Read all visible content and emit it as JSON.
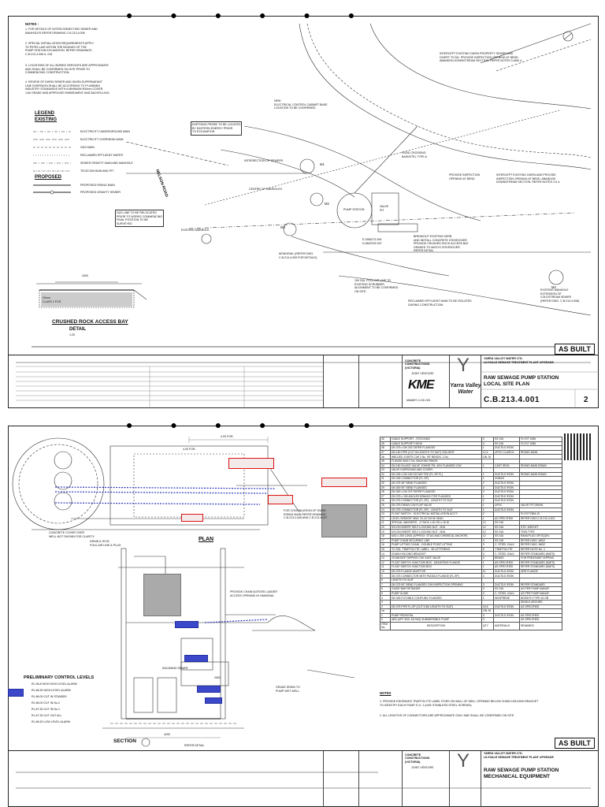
{
  "sheet1": {
    "notes_title": "NOTES :",
    "notes": [
      "1.   FOR DETAILS OF INTERCONNECTING SEWER AND\n      MANHOLES REFER DRAWING C.B.213.4.008",
      "2.   SPECIAL INSTALLATION REQUIREMENTS APPLY\n      TO PIPES LAID WITHIN THE BOUNDS OF THE\n      PUMP STATION EXCAVATION. REFER DRAWINGS\n      C.B.213.4.008 & .016",
      "3.   LOCATIONS OF ALL BURIED SERVICES ARE APPROXIMATE\n      AND SHALL BE CONFIRMED ON SITE PRIOR TO\n      COMMENCING CONSTRUCTION.",
      "4.   REVIEW OF DWSN SEWER AND DWSN SUPERNATANT\n      LINE DIVERSION SHALL BE ACCORDING TO PLUMBING\n      INDUSTRY STANDARDS WITH A MINIMUM 600mm COVER,\n      1:60 GRADE AND APPROVED EMBEDMENT AND BACKFILLING."
    ],
    "legend_title": "LEGEND",
    "existing_title": "EXISTING",
    "legend_existing": [
      "ELECTRICITY UNDERGROUND MAIN",
      "ELECTRICITY OVERHEAD MAIN",
      "GAS MAIN",
      "RECLAIMED EFFLUENT WATER",
      "SEWER GRAVITY MAIN AND MANHOLE",
      "TELECOM MAIN AND PIT"
    ],
    "proposed_title": "PROPOSED",
    "legend_proposed": [
      "PROPOSED RISING MAIN",
      "PROPOSED GRAVITY SEWER"
    ],
    "annotations": {
      "earthing": "EARTHING PROBE TO BE LOCATED\nBY EASTERN ENERGY PRIOR\nTO EXCAVATION",
      "gas": "GAS LINE TO BE RELOCATED\nPRIOR TO WORKS COMMENCING\nFINAL POSITION TO BE\nSURVEYED",
      "cabinet": "NEW\nELECTRICAL CONTROL CABINET BASE\nLOCATION TO BE CONFIRMED",
      "intercept_top": "INTERCEPT EXISTING DWSN PROPERTY SEWER AND\nDIVERT TO M1. PROVIDE INSPECTION OPENING AT BEND.\nABANDON DOWNSTREAM SECTION. REFER NOTES 3 AND 4.",
      "intercept_mid": "INTERCEPT EXISTING DWSN AND PROVIDE\nINSPECTION OPENING AT BEND. ABANDON\nDOWNSTREAM SECTION. REFER NOTES 3 & 4.",
      "provide_inspection": "PROVIDE INSPECTION\nOPENING AT BEND",
      "breakout": "BREAKOUT EXISTING KERB\nAND INSTALL CONCRETE CROSSOVER\nPROVIDE CRUSHED ROCK ACCESS BAY\nGRADED TO MATCH CROSSOVER\nREFER DETAIL",
      "monorail": "MONORAIL (REFER DWG.\nC.B.213.4.005 FOR DETAILS)",
      "dia150": "150 DIA. FOUL AIR LINE TO\nEXISTING SCRUBBER.\nALIGNMENT TO BE CONFIRMED\nON SITE.",
      "reclaimed": "RECLAIMED EFFLUENT MAIN TO BE ISOLATED\nDURING CONSTRUCTION.",
      "existing_manhole": "EXISTING MANHOLE\nEXTENSION OF\nCOLDSTREAM SEWER\n(REFER DWG. C.B.213.4.008)",
      "intersection": "INTERSECTION OF SEWERS",
      "centre": "CENTRE OF MANHOLES",
      "existing_manhole_left": "EXISTING MANHOLE",
      "nelson_road": "NELSON ROAD",
      "road_crossing": "ROAD CROSSING\nBASKETEL TYPE A",
      "pump_station": "PUMP STATION",
      "valve_pit": "VALVE\nPIT",
      "m1": "M1",
      "m2": "M2",
      "m3": "M3",
      "m4": "M4",
      "coords": "E 2956273.399\nN 5829752.937"
    },
    "detail_title": "CRUSHED ROCK ACCESS BAY",
    "detail_label": "DETAIL",
    "detail_scale": "1:20",
    "detail_dims": [
      "4300",
      "20mm\nCLASS 2 FCR"
    ],
    "as_built": "AS BUILT",
    "client": "YARRA VALLEY WATER LTD.\nLILYDALE SEWAGE TREATMENT PLANT UPGRADE",
    "title": "RAW SEWAGE PUMP STATION\nLOCAL SITE PLAN",
    "drawing_no": "C.B.213.4.001",
    "revision": "2",
    "joint_venture": "JOINT VENTURE",
    "contractor": "CONCRETE\nCONSTRUCTIONS\n(VICTORIA)",
    "kme": "KME",
    "yarra": "Yarra Valley\nWater",
    "contract_no": "MA6897-C-DK-001"
  },
  "sheet2": {
    "plan_title": "PLAN",
    "section_title": "SECTION",
    "control_title": "PRELIMINARY CONTROL LEVELS",
    "levels": [
      "RL 96.8 HIGH HIGH LEVEL ALARM",
      "RL 86.90 HIGH LEVEL ALARM",
      "RL 86.00 CUT IN STANDBY",
      "RL 86.00 CUT IN No.2",
      "RL 87.30 CUT IN No.1",
      "RL 87.30 CUT OUT ALL",
      "RL 86.90 LOW LEVEL ALARM"
    ],
    "annotations": {
      "concrete_cover": "CONCRETE COVER OVER\nWELL NOT SHOWN FOR CLARITY.",
      "continuation": "FOR CONTINUATION OF DWSD\nRISING MAIN REFER DRAWING\nC.B.213.4.006 AND C.B.213.4.007",
      "drain": "DRAIN & 90.00\nFOUL AIR LINE & PLUG",
      "chain": "PROVIDE CHAIN ACROSS LADDER\nACCESS OPENING IN HANDRAIL",
      "grade_drain": "GRADE DRAIN TO\nPUMP WET WELL",
      "incoming": "INCOMING SEWER",
      "refer_detail": "REFER DETAIL",
      "dims": [
        "4.00 FOR.",
        "4.00 FOR.",
        "2500",
        "4200"
      ]
    },
    "table_headers": [
      "ITEM\nNo.",
      "DESCRIPTION",
      "QTY",
      "MATERIALS",
      "REMARKS"
    ],
    "items": [
      [
        "40",
        "CABLE SUPPORT - STOCKING",
        "3",
        "SS 316",
        "FLYGT 1086"
      ],
      [
        "39",
        "CABLE SUPPORT HOOK",
        "3",
        "SS 316",
        "FLYGT 1086"
      ],
      [
        "38",
        "DN 375 x DN 325 TAPER FLANGED",
        "1",
        "DUCTILE IRON",
        ""
      ],
      [
        "37",
        "DN 150 PIPE (CUT IN LENGTH TO SUIT) SOLVENT",
        "12.4",
        "UPVC CLASS 6",
        "RISING MAIN"
      ],
      [
        "36",
        "WELDED JOINTS C/W 2 No. 90° BENDS, 1 No.",
        "LIN. M",
        "",
        ""
      ],
      [
        "35",
        "FLANGE AND 2 No. BACKING RINGS.",
        "",
        "",
        ""
      ],
      [
        "34",
        "DN 150 SLUICE VALVE 'JOHNS' PN. 40% FLANGED C/W",
        "1",
        "CAST IRON",
        "RISING MAIN DRAIN"
      ],
      [
        "33",
        "VALVE SURROUND AND COVER.",
        "",
        "",
        ""
      ],
      [
        "32",
        "DN 325 x DN 150 SCOUR TEE (FL-SP-FL)",
        "1",
        "DUCTILE IRON",
        "RISING MAIN DRAIN"
      ],
      [
        "31",
        "DN 325 CONNECTOR (FL-SP)",
        "1",
        "HOBAS",
        ""
      ],
      [
        "30",
        "DN 375 45° BEND FLANGED",
        "2",
        "DUCTILE IRON",
        ""
      ],
      [
        "29",
        "DN 300 90° BEND FLANGED",
        "3",
        "DUCTILE IRON",
        ""
      ],
      [
        "28",
        "DN 300 x DN 375 TAPER FLANGED",
        "3",
        "DUCTILE IRON",
        ""
      ],
      [
        "27",
        "DN 375 x 150 ANGLED BRANCH TEE FLANGED",
        "1",
        "DUCTILE IRON",
        ""
      ],
      [
        "26",
        "DN 375 CONNECTOR (FL-SP) - LENGTH TO SUIT",
        "2",
        "DUCTILE IRON",
        ""
      ],
      [
        "25",
        "DN 375 DRAIN C/W FLAP VALVE",
        "1",
        "UPVC",
        "VALVE PIT DRAIN"
      ],
      [
        "24",
        "DN 375 CONNECTOR (FL-SP) - LENGTH TO SUIT",
        "2",
        "DUCTILE IRON",
        ""
      ],
      [
        "23",
        "FLOAT SWITCH - ELECTRICAL INSTALLATION ACC'Y",
        "2",
        "",
        "FLYGT ENM-10"
      ],
      [
        "22",
        "LEVEL SENSOR 'MSA' 20-40 CM IN HEAD",
        "1",
        "AS SPECIFIED",
        "REFER DWG.C.B.213.4.002"
      ],
      [
        "21",
        "SPECIAL WASHERS - 4 THICK x 40 OD x 18 ID",
        "12",
        "SS 316",
        ""
      ],
      [
        "20",
        "NYLON INSERT SELF-LOCKING NUT - M16",
        "12",
        "SS 316",
        "STD. WEIGHT"
      ],
      [
        "19",
        "NYLON INSERT SELF-LOCKING NUT - M16",
        "12",
        "SS 316",
        "THIN TYPE"
      ],
      [
        "18",
        "M16 x 250 LONG (APPROX. STUD AND CHEMICAL ANCHOR)",
        "12",
        "SS 316",
        "RAWLPLUG OR EQUIV."
      ],
      [
        "17",
        "PUMP CHAIN SECURING LINE",
        "3",
        "SS 316",
        "REFER DWG. M002"
      ],
      [
        "16",
        "PUMP LIFTING CHAIN - DOUBLE POINT LIFTING",
        "3",
        "C. STEEL GALV.",
        "REFER DWG. M002"
      ],
      [
        "15",
        "TC SGL 'TRAFFOLYTE' LABEL - 50 LETTERING",
        "5",
        "'TRAFFOLYTE'",
        "REFER NOTE No. 1"
      ],
      [
        "14",
        "CHAIN HOLDING BRACKET",
        "3",
        "C. STEEL GALV.",
        "REFER STANDARD (MATS)"
      ],
      [
        "13",
        "20 MM BSP TAPPING C/W GATE VALVE",
        "3",
        "BRASS",
        "FOR PRESSURE TAPPING"
      ],
      [
        "12",
        "FLOAT SWITCH JUNCTION BOX - MOUNTING FLANGE",
        "1",
        "AS SPECIFIED",
        "REFER STANDARD (MATS)"
      ],
      [
        "11",
        "FLOAT SWITCH JUNCTION BOX",
        "1",
        "AS SPECIFIED",
        "REFER STANDARD (MATS)"
      ],
      [
        "10",
        "DN 375 FLANGE ADAPTOR",
        "11",
        "DUCTILE IRON",
        "DRR FLANGE"
      ],
      [
        "9",
        "DN 375 CONNECTOR WITH PUDDLE FLANGE (FL-SP)",
        "3",
        "DUCTILE IRON",
        ""
      ],
      [
        "8",
        "LENGTH TO SUIT",
        "",
        "",
        ""
      ],
      [
        "7",
        "DN 375 90° BEND FLANGED C/W INSPECTION OPENING",
        "3",
        "DUCTILE IRON",
        "REFER STANDARD"
      ],
      [
        "6",
        "GUIDE BAR RETAINER",
        "3",
        "SS 316",
        "AS PER PUMP MANUF."
      ],
      [
        "5",
        "PUMP GUIDE",
        "3",
        "C. STEEL GALV.",
        "AS PER PUMP MANUF."
      ],
      [
        "4",
        "DN 325 FLEXIBLE COUPLING FLANGED",
        "1",
        "NEOPRENE",
        "BOSSITH TYPE 16 GB"
      ],
      [
        "3",
        "",
        "",
        "",
        "SINGLE ARCHED"
      ],
      [
        "2",
        "DN 375 PIPE FL-SP (CUT 5.5M LENGTH TO SUIT)",
        "16.5",
        "DUCTILE IRON",
        "AS SPECIFIED"
      ],
      [
        "1a",
        "",
        "LIN. M",
        "",
        ""
      ],
      [
        "1",
        "PUMP PEDESTAL",
        "3",
        "DUCTILE IRON",
        "AS SPECIFIED"
      ],
      [
        "0",
        "ABS (AFP 3001 M176/6) SUBMERSIBLE PUMP",
        "3",
        "",
        "AS SPECIFIED"
      ]
    ],
    "notes_title": "NOTES",
    "notes": [
      "1.   PROVIDE ENGRAVED TRAFFOLYTE LABEL FIXED ON WALL OF WELL OPENING BELOW CHAIN HOLDING BRACKET\n      TO IDENTIFY EACH PUMP. E.G. 2 (USE STAINLESS STEEL SCREWS)",
      "2.   ALL LENGTHS OF CONNECTORS ARE APPROXIMATE ONLY AND SHALL BE CONFIRMED ON SITE."
    ],
    "as_built": "AS BUILT",
    "client": "YARRA VALLEY WATER LTD.\nLILYDALE SEWAGE TREATMENT PLANT UPGRADE",
    "title": "RAW SEWAGE PUMP STATION\nMECHANICAL EQUIPMENT",
    "joint_venture": "JOINT VENTURE",
    "contractor": "CONCRETE\nCONSTRUCTIONS\n(VICTORIA)"
  },
  "colors": {
    "line": "#222222",
    "redbox": "#dd1111",
    "bluebox": "#3b48c9",
    "grey": "#aaaaaa"
  }
}
